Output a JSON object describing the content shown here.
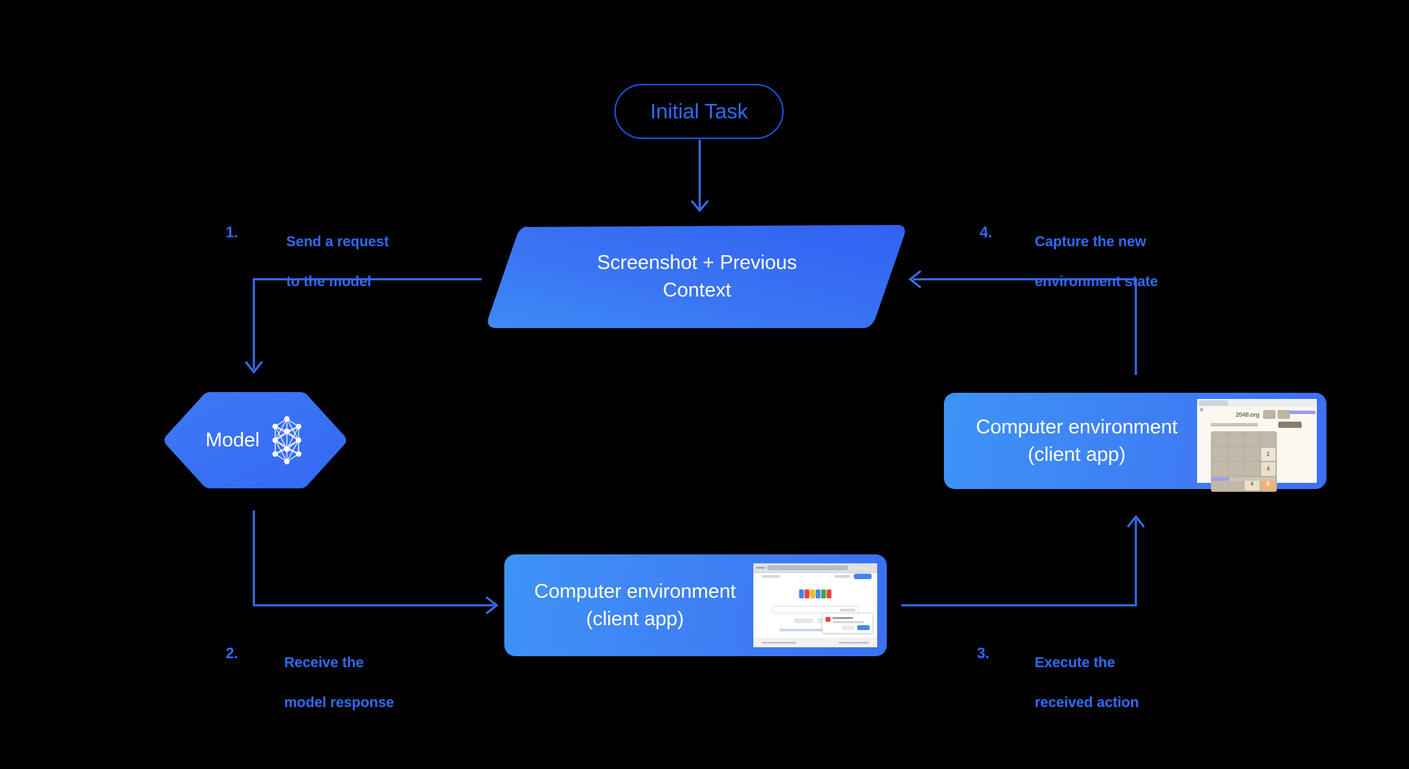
{
  "theme": {
    "background": "#000000",
    "accent_blue": "#2f6bf5",
    "line_blue": "#3b6ff4",
    "node_fill_start": "#3d93f6",
    "node_fill_end": "#3d6ff3",
    "text_on_node": "#ffffff"
  },
  "diagram": {
    "type": "flow-loop",
    "start_node": {
      "label": "Initial Task",
      "shape": "rounded-pill",
      "style": "outline"
    },
    "nodes": [
      {
        "id": "context",
        "label": "Screenshot + Previous\nContext",
        "line1": "Screenshot + Previous",
        "line2": "Context",
        "shape": "parallelogram"
      },
      {
        "id": "model",
        "label": "Model",
        "shape": "hexagon",
        "icon": "neural-network-icon"
      },
      {
        "id": "env-bottom",
        "line1": "Computer environment",
        "line2": "(client app)",
        "shape": "rounded-rect",
        "thumbnail": "google-search-browser"
      },
      {
        "id": "env-right",
        "line1": "Computer environment",
        "line2": "(client app)",
        "shape": "rounded-rect",
        "thumbnail": "2048-game-browser"
      }
    ],
    "steps": [
      {
        "num": "1.",
        "line1": "Send a request",
        "line2": "to the model"
      },
      {
        "num": "2.",
        "line1": "Receive the",
        "line2": "model response"
      },
      {
        "num": "3.",
        "line1": "Execute the",
        "line2": "received action"
      },
      {
        "num": "4.",
        "line1": "Capture the new",
        "line2": "environment state"
      }
    ]
  },
  "thumbnails": {
    "game_2048": {
      "title": "2048.org",
      "grid": [
        [
          "",
          "",
          "",
          ""
        ],
        [
          "",
          "",
          "",
          "2"
        ],
        [
          "",
          "",
          "",
          "4"
        ],
        [
          "",
          "",
          "4",
          "8"
        ]
      ]
    },
    "google": {
      "logo_letters": [
        "G",
        "o",
        "o",
        "g",
        "l",
        "e"
      ],
      "logo_colors": [
        "#4285f4",
        "#ea4335",
        "#fbbc05",
        "#4285f4",
        "#34a853",
        "#ea4335"
      ]
    }
  }
}
